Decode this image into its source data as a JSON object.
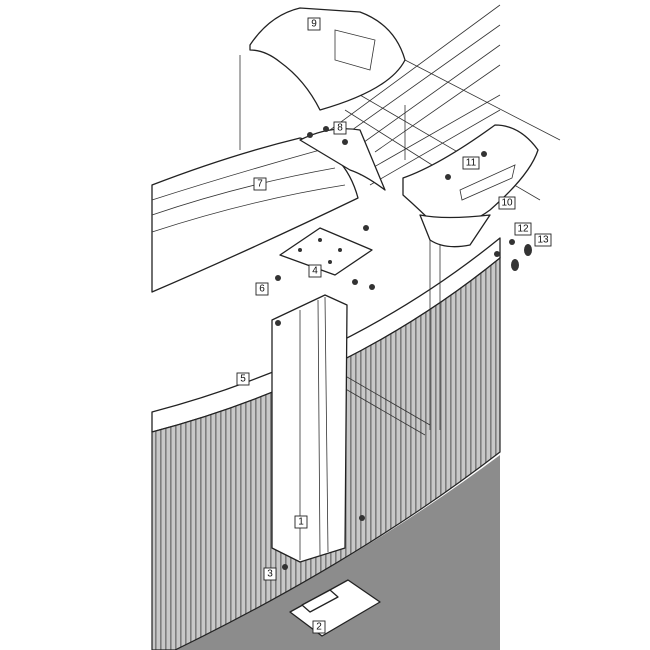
{
  "diagram": {
    "title": "Above-ground pool wall assembly exploded view",
    "callouts": [
      "1",
      "2",
      "3",
      "4",
      "5",
      "6",
      "7",
      "8",
      "9",
      "10",
      "11",
      "12",
      "13"
    ],
    "colors": {
      "wall_stripes": "#9a9a9a",
      "ground": "#8c8c8c",
      "outline": "#222222"
    }
  }
}
